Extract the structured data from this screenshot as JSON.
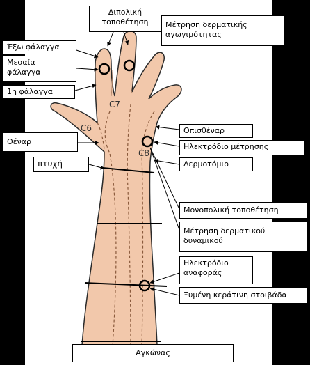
{
  "labels": {
    "bipolar": "Διπολική\nτοποθέτηση",
    "conductance": "Μέτρηση δερματικής\nαγωγιμότητας",
    "distal_phalanx": "Έξω φάλαγγα",
    "middle_phalanx": "Μεσαία\nφάλαγγα",
    "first_phalanx": "1η φάλαγγα",
    "thenar": "Θέναρ",
    "crease": "πτυχή",
    "hypothenar": "Οπισθέναρ",
    "measuring_electrode": "Ηλεκτρόδιο μέτρησης",
    "dermatome": "Δερμοτόμιο",
    "monopolar": "Μονοπολική τοποθέτηση",
    "potential": "Μέτρηση δερματικού\nδυναμικού",
    "reference_electrode": "Ηλεκτρόδιο\nαναφοράς",
    "abraded": "Ξυμένη κεράτινη στοιβάδα",
    "elbow": "Αγκώνας"
  },
  "dermatomes": {
    "c6": "C6",
    "c7": "C7",
    "c8": "C8"
  },
  "colors": {
    "skin": "#f2c8ab",
    "outline": "#2a2a2a",
    "background": "#000000",
    "panel": "#ffffff"
  }
}
